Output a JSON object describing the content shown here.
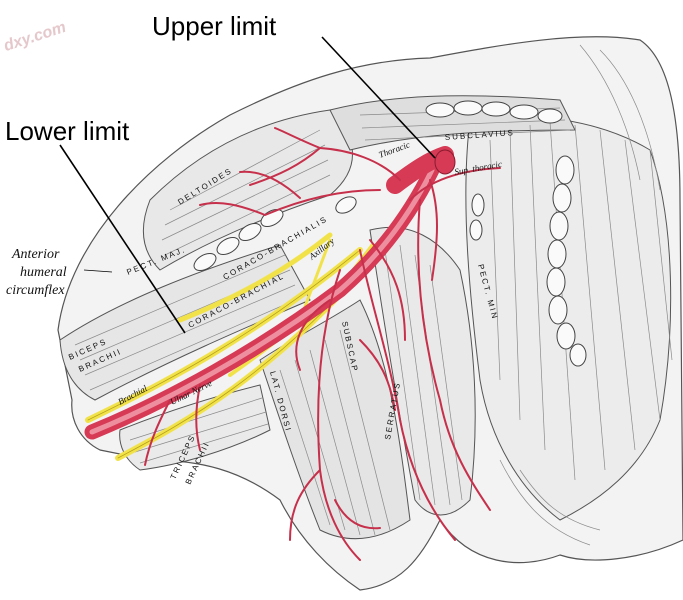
{
  "callouts": {
    "upper": "Upper limit",
    "lower": "Lower limit"
  },
  "side_label": {
    "line1": "Anterior",
    "line2": "humeral",
    "line3": "circumflex"
  },
  "watermark": "dxy.com",
  "labels": {
    "deltoides": "DELTOIDES",
    "pect_maj": "PECT. MAJ.",
    "coraco_brachialis_upper": "CORACO-BRACHIALIS",
    "coraco_brachialis_lower": "CORACO-BRACHIAL",
    "biceps": "BICEPS",
    "brachii": "BRACHII",
    "triceps": "TRICEPS",
    "brachii_lower": "BRACHII",
    "lat_dorsi": "LAT. DORSI",
    "subscapularis": "SUBSCAP",
    "serratus": "SERRATUS",
    "subclavius": "SUBCLAVIUS",
    "pect_min": "PECT. MIN",
    "brachial": "Brachial",
    "ulnar_nerve": "Ulnar Nerve",
    "axillary": "Axillary",
    "thoracic": "Thoracic",
    "sup_thoracic": "Sup. thoracic"
  },
  "colors": {
    "artery": "#d63a55",
    "artery_light": "#ee8fa0",
    "nerve": "#f2e24a",
    "line": "#333333",
    "background": "#ffffff"
  }
}
